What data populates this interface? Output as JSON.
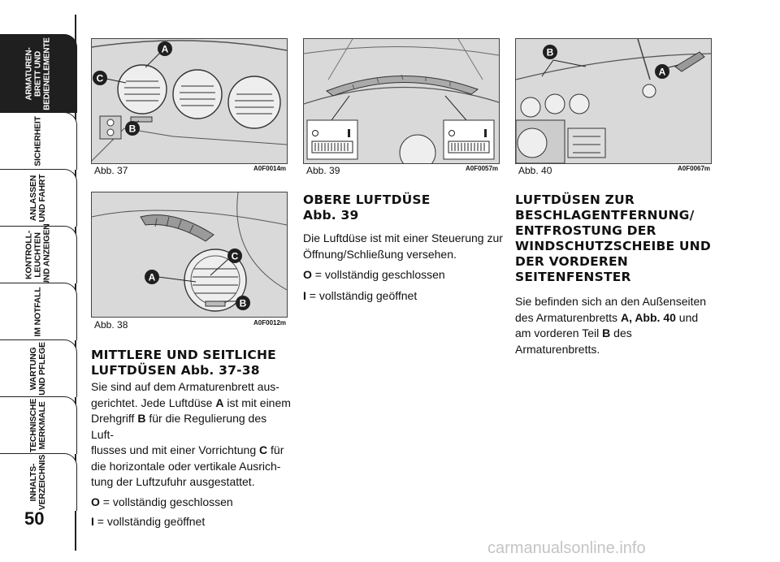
{
  "sidebar": {
    "tabs": [
      {
        "label": "ARMATUREN-\nBRETT UND\nBEDIENELEMENTE",
        "active": true
      },
      {
        "label": "SICHERHEIT",
        "active": false
      },
      {
        "label": "ANLASSEN\nUND FAHRT",
        "active": false
      },
      {
        "label": "KONTROLL-\nLEUCHTEN\nUND ANZEIGEN",
        "active": false
      },
      {
        "label": "IM NOTFALL",
        "active": false
      },
      {
        "label": "WARTUNG\nUND PFLEGE",
        "active": false
      },
      {
        "label": "TECHNISCHE\nMERKMALE",
        "active": false
      },
      {
        "label": "INHALTS-\nVERZEICHNIS",
        "active": false
      }
    ],
    "page_number": "50"
  },
  "figures": {
    "abb37": {
      "caption": "Abb. 37",
      "code": "A0F0014m",
      "labels": [
        "A",
        "B",
        "C"
      ]
    },
    "abb38": {
      "caption": "Abb. 38",
      "code": "A0F0012m",
      "labels": [
        "A",
        "B",
        "C"
      ]
    },
    "abb39": {
      "caption": "Abb. 39",
      "code": "A0F0057m"
    },
    "abb40": {
      "caption": "Abb. 40",
      "code": "A0F0067m",
      "labels": [
        "A",
        "B"
      ]
    }
  },
  "section_mid": {
    "heading_line1": "MITTLERE UND SEITLICHE",
    "heading_line2": "LUFTDÜSEN Abb. 37-38",
    "para_1": "Sie sind auf dem Armaturenbrett aus-",
    "para_2": "gerichtet. Jede Luftdüse",
    "para_3": "ist mit einem",
    "para_4": "Drehgriff",
    "para_5": "für die Regulierung des Luft-",
    "para_6": "flusses und mit einer Vorrichtung",
    "para_7": "für",
    "para_8": "die horizontale oder vertikale Ausrich-",
    "para_9": "tung der Luftzufuhr ausgestattet.",
    "ref_a": "A",
    "ref_b": "B",
    "ref_c": "C",
    "o_key": "O",
    "o_text": "= vollständig geschlossen",
    "i_key": "I",
    "i_text": "= vollständig geöffnet"
  },
  "section_upper": {
    "heading_line1": "OBERE LUFTDÜSE",
    "heading_line2": "Abb. 39",
    "para_1": "Die Luftdüse ist mit einer Steuerung zur",
    "para_2": "Öffnung/Schließung versehen.",
    "o_key": "O",
    "o_text": "= vollständig geschlossen",
    "i_key": "I",
    "i_text": "= vollständig geöffnet"
  },
  "section_defrost": {
    "heading_lines": [
      "LUFTDÜSEN ZUR",
      "BESCHLAGENTFERNUNG/",
      "ENTFROSTUNG DER",
      "WINDSCHUTZSCHEIBE UND",
      "DER VORDEREN",
      "SEITENFENSTER"
    ],
    "para_1": "Sie befinden sich an den Außenseiten",
    "para_2": "des Armaturenbretts",
    "ref_a": "A, Abb. 40",
    "para_3": "und",
    "para_4": "am vorderen Teil",
    "ref_b": "B",
    "para_5": "des Armaturenbretts."
  },
  "watermark": "carmanualsonline.info",
  "colors": {
    "figure_bg": "#d9d9d9",
    "active_tab": "#1f1f1f",
    "badge": "#1f1f1f"
  }
}
